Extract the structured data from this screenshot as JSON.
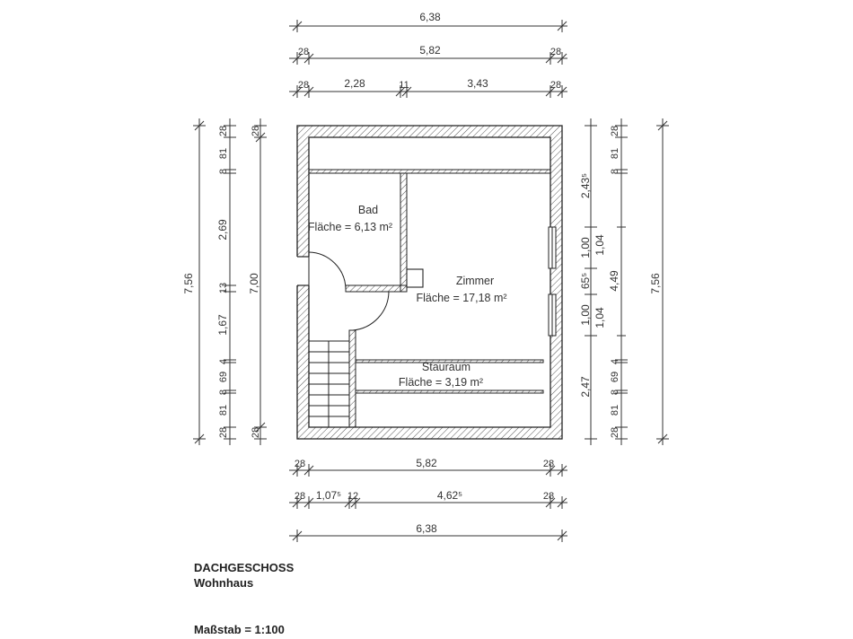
{
  "drawing": {
    "title": "DACHGESCHOSS",
    "subtitle": "Wohnhaus",
    "scale": "Maßstab = 1:100"
  },
  "rooms": {
    "bad": {
      "name": "Bad",
      "area": "Fläche = 6,13 m²"
    },
    "zimmer": {
      "name": "Zimmer",
      "area": "Fläche = 17,18 m²"
    },
    "stauraum": {
      "name": "Stauraum",
      "area": "Fläche = 3,19 m²"
    }
  },
  "dims_top": {
    "overall": "6,38",
    "inner": {
      "left": "28",
      "mid": "5,82",
      "right": "28"
    },
    "parts": {
      "left": "28",
      "a": "2,28",
      "wall": "11",
      "b": "3,43",
      "right": "28"
    }
  },
  "dims_bottom": {
    "inner": {
      "left": "28",
      "mid": "5,82",
      "right": "28"
    },
    "parts": {
      "left": "28",
      "a": "1,07⁵",
      "wall": "12",
      "b": "4,62⁵",
      "right": "28"
    },
    "overall": "6,38"
  },
  "dims_left": {
    "overall": "7,56",
    "inner": "7,00",
    "inner_top": "28",
    "inner_bottom": "28",
    "parts": [
      "28",
      "8",
      "81",
      "2,69",
      "13",
      "1,67",
      "4",
      "69",
      "8",
      "81",
      "28"
    ]
  },
  "dims_right": {
    "overall": "7,56",
    "outer_parts": [
      "2,43⁵",
      "1,00",
      "65⁵",
      "1,00",
      "2,47"
    ],
    "mid_parts": [
      "1,04",
      "4,49",
      "1,04"
    ],
    "inner_parts": [
      "28",
      "81",
      "8",
      "4",
      "69",
      "8",
      "81",
      "28"
    ]
  }
}
